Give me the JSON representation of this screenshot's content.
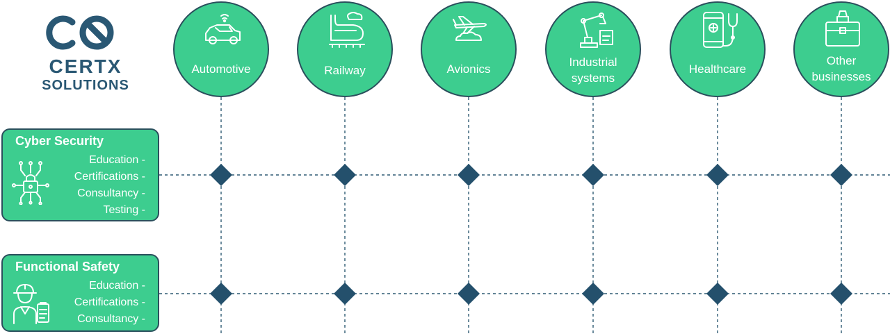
{
  "logo": {
    "line1": "CERTX",
    "line2": "SOLUTIONS",
    "color": "#2a5874"
  },
  "colors": {
    "accent": "#3dcd8f",
    "border": "#2a4f5c",
    "marker": "#24506c",
    "line": "#2e5a73"
  },
  "sectors": [
    {
      "label": "Automotive",
      "icon": "car-icon"
    },
    {
      "label": "Railway",
      "icon": "train-icon"
    },
    {
      "label": "Avionics",
      "icon": "airplane-icon"
    },
    {
      "label": "Industrial systems",
      "icon": "robot-arm-icon"
    },
    {
      "label": "Healthcare",
      "icon": "phone-stethoscope-icon"
    },
    {
      "label": "Other businesses",
      "icon": "briefcase-icon"
    }
  ],
  "services": [
    {
      "title": "Cyber Security",
      "icon": "circuit-lock-icon",
      "items": [
        "Education -",
        "Certifications -",
        "Consultancy -",
        "Testing -"
      ]
    },
    {
      "title": "Functional Safety",
      "icon": "engineer-clipboard-icon",
      "items": [
        "Education -",
        "Certifications -",
        "Consultancy -"
      ]
    }
  ]
}
